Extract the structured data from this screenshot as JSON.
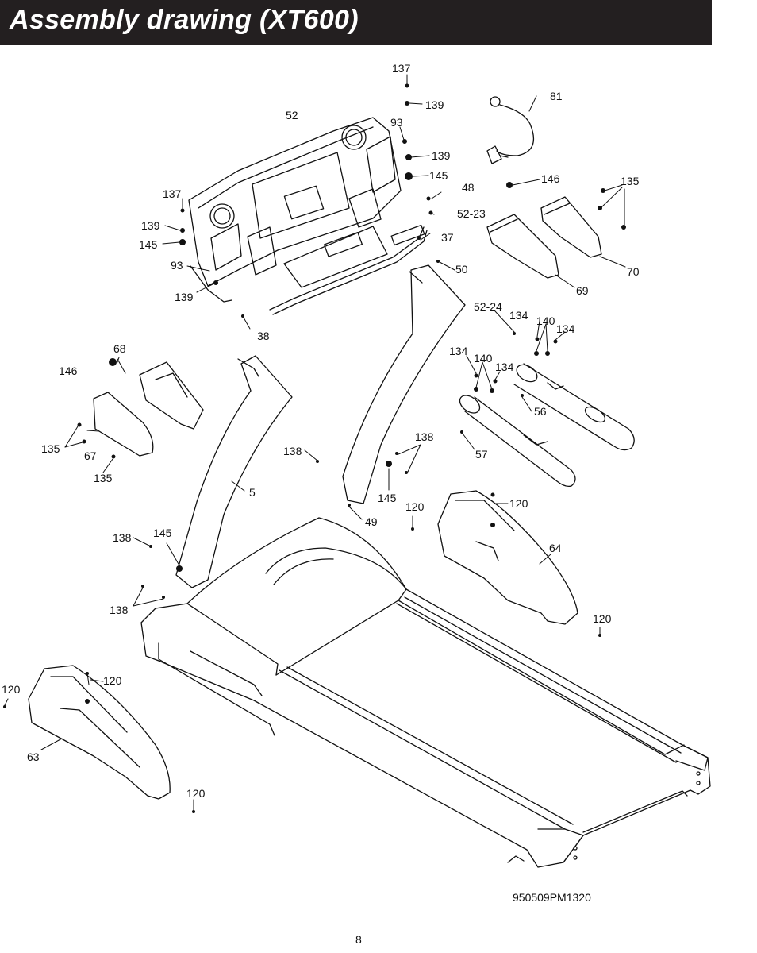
{
  "header": {
    "title": "Assembly drawing (XT600)",
    "background": "#231f20",
    "text_color": "#ffffff"
  },
  "callouts": [
    {
      "id": "c1",
      "label": "137"
    },
    {
      "id": "c2",
      "label": "139"
    },
    {
      "id": "c3",
      "label": "93"
    },
    {
      "id": "c4",
      "label": "139"
    },
    {
      "id": "c5",
      "label": "145"
    },
    {
      "id": "c6",
      "label": "48"
    },
    {
      "id": "c7",
      "label": "52-23"
    },
    {
      "id": "c8",
      "label": "37"
    },
    {
      "id": "c9",
      "label": "52"
    },
    {
      "id": "c10",
      "label": "81"
    },
    {
      "id": "c11",
      "label": "146"
    },
    {
      "id": "c12",
      "label": "135"
    },
    {
      "id": "c13",
      "label": "70"
    },
    {
      "id": "c14",
      "label": "69"
    },
    {
      "id": "c15",
      "label": "137"
    },
    {
      "id": "c16",
      "label": "139"
    },
    {
      "id": "c17",
      "label": "145"
    },
    {
      "id": "c18",
      "label": "93"
    },
    {
      "id": "c19",
      "label": "139"
    },
    {
      "id": "c20",
      "label": "38"
    },
    {
      "id": "c21",
      "label": "50"
    },
    {
      "id": "c22",
      "label": "52-24"
    },
    {
      "id": "c23",
      "label": "134"
    },
    {
      "id": "c24",
      "label": "140"
    },
    {
      "id": "c25",
      "label": "134"
    },
    {
      "id": "c26",
      "label": "134"
    },
    {
      "id": "c27",
      "label": "140"
    },
    {
      "id": "c28",
      "label": "134"
    },
    {
      "id": "c29",
      "label": "56"
    },
    {
      "id": "c30",
      "label": "57"
    },
    {
      "id": "c31",
      "label": "68"
    },
    {
      "id": "c32",
      "label": "146"
    },
    {
      "id": "c33",
      "label": "135"
    },
    {
      "id": "c34",
      "label": "67"
    },
    {
      "id": "c35",
      "label": "135"
    },
    {
      "id": "c36",
      "label": "138"
    },
    {
      "id": "c37",
      "label": "138"
    },
    {
      "id": "c38",
      "label": "145"
    },
    {
      "id": "c39",
      "label": "5"
    },
    {
      "id": "c40",
      "label": "49"
    },
    {
      "id": "c41",
      "label": "120"
    },
    {
      "id": "c42",
      "label": "120"
    },
    {
      "id": "c43",
      "label": "64"
    },
    {
      "id": "c44",
      "label": "138"
    },
    {
      "id": "c45",
      "label": "145"
    },
    {
      "id": "c46",
      "label": "138"
    },
    {
      "id": "c47",
      "label": "120"
    },
    {
      "id": "c48",
      "label": "120"
    },
    {
      "id": "c49",
      "label": "120"
    },
    {
      "id": "c50",
      "label": "63"
    },
    {
      "id": "c51",
      "label": "120"
    }
  ],
  "drawing_code": "950509PM1320",
  "page_number": "8",
  "line_color": "#111111"
}
